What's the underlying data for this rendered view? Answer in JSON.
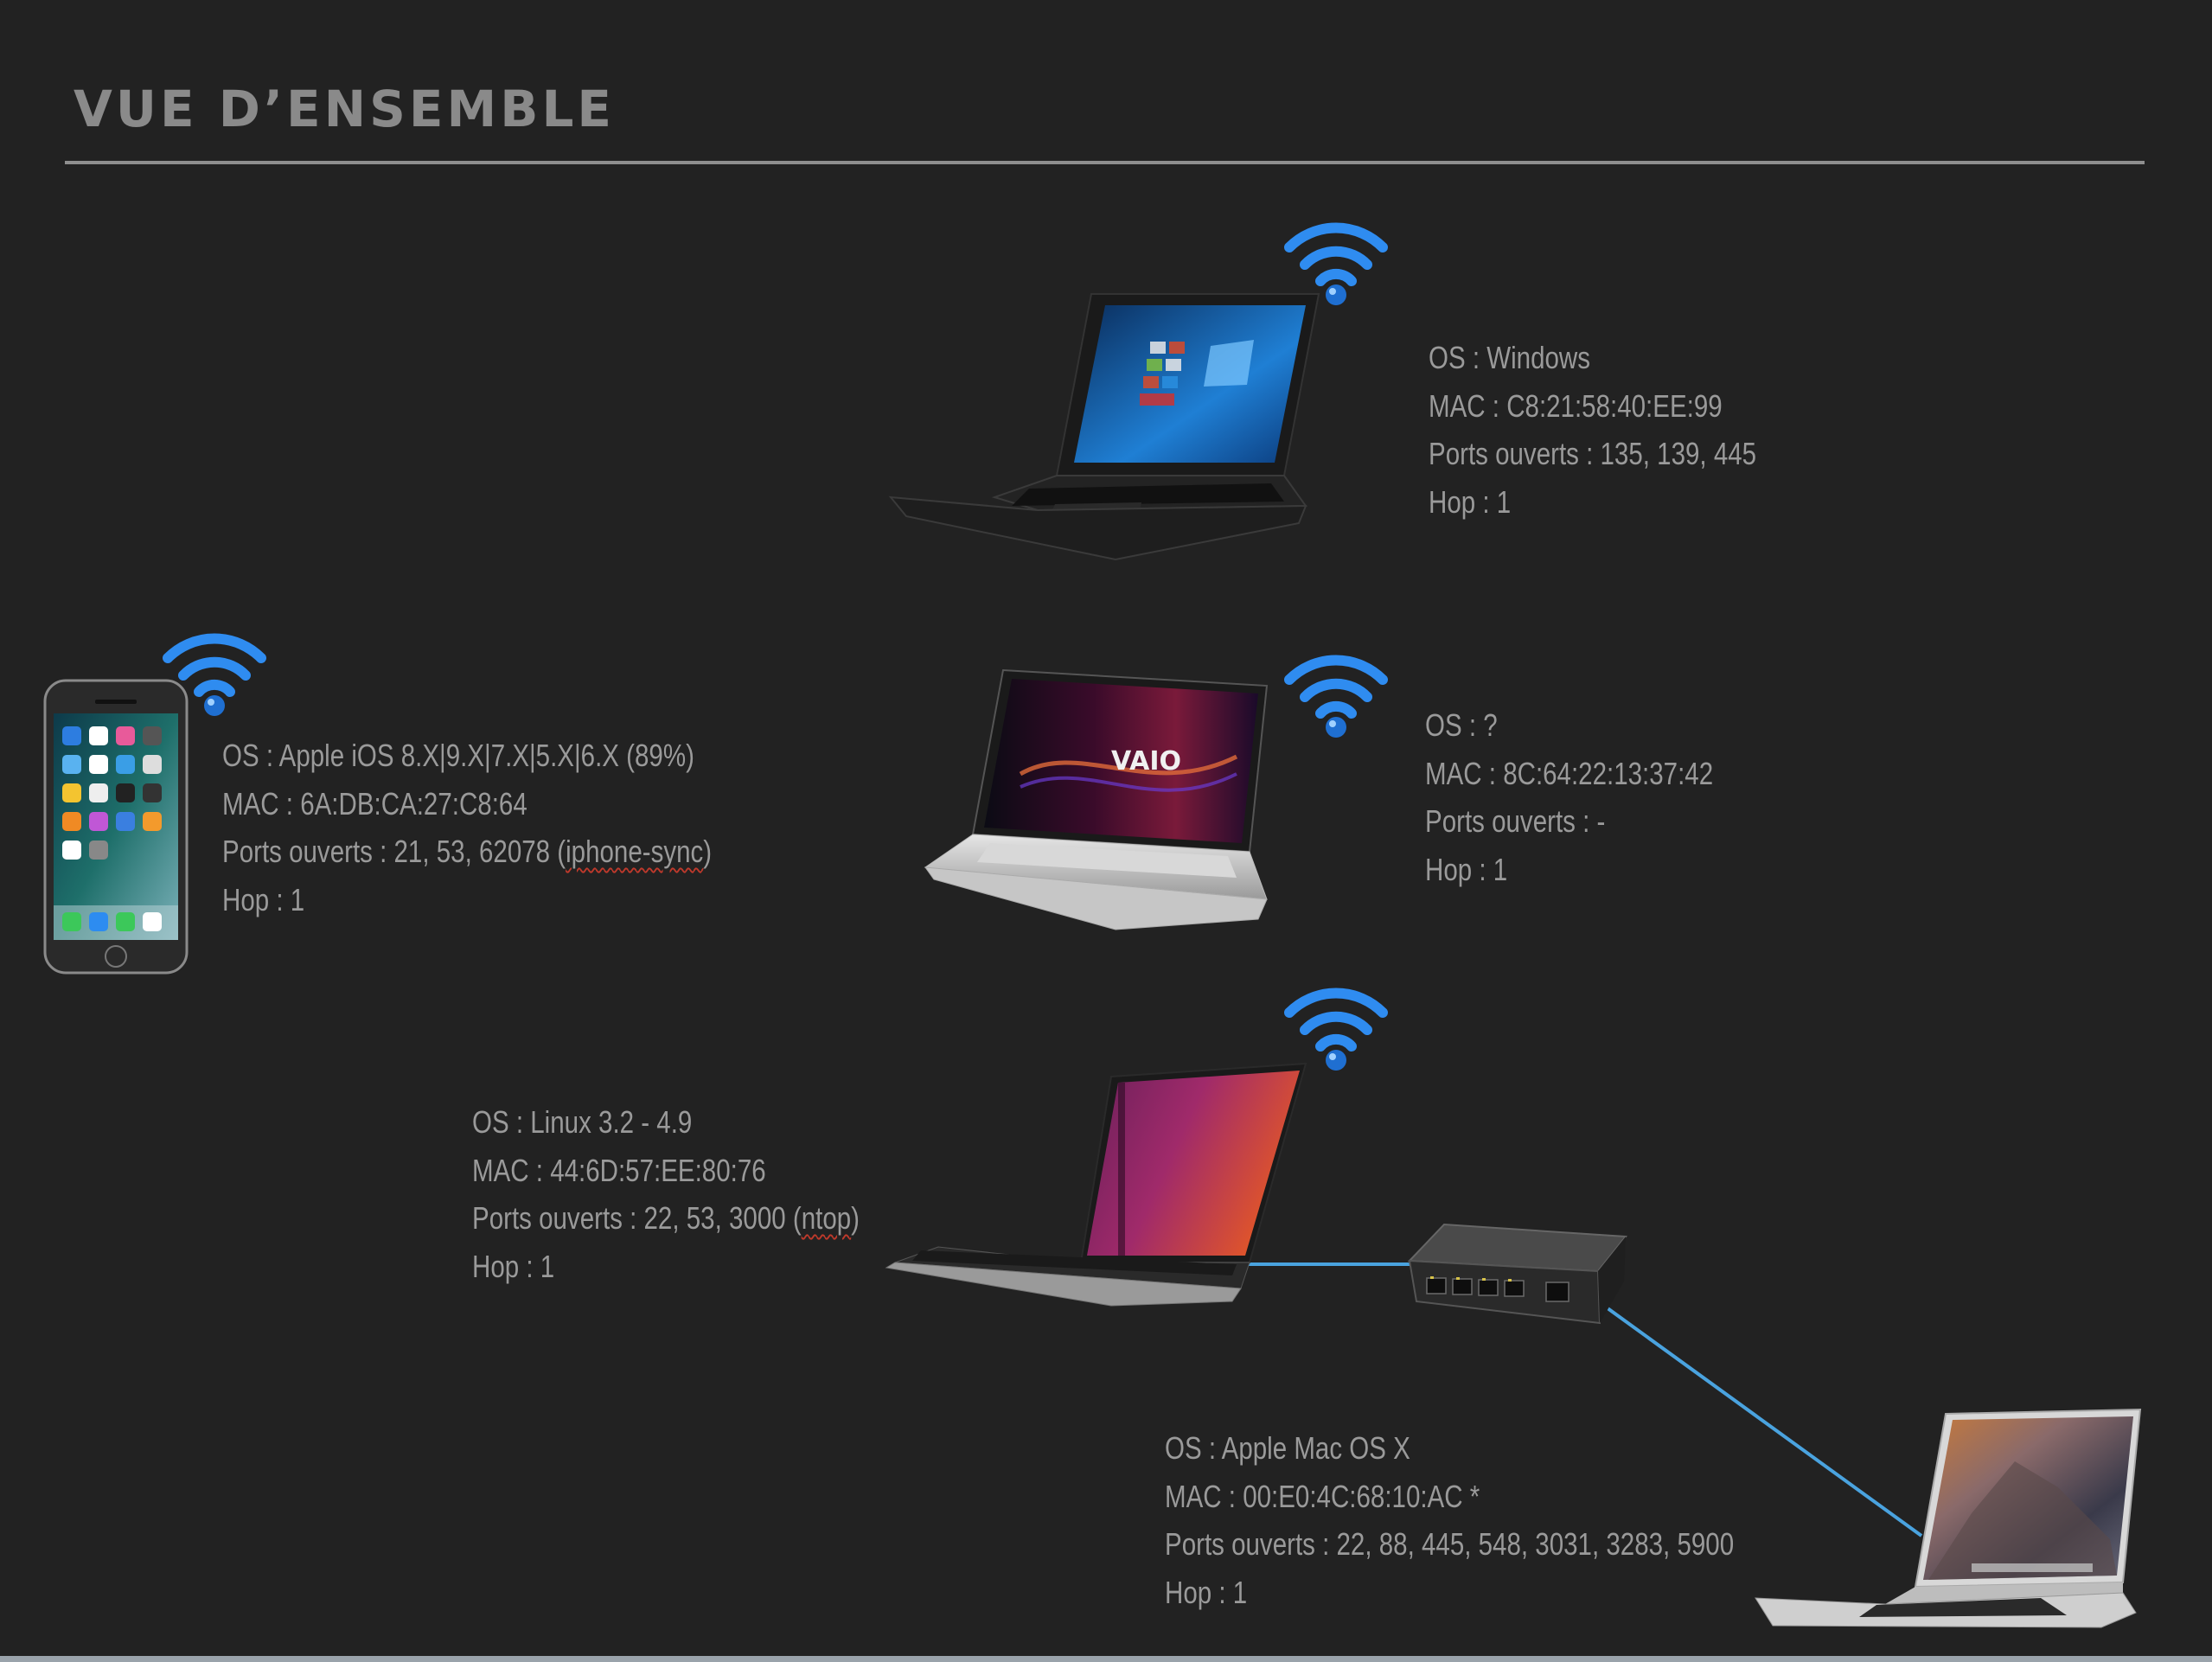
{
  "page": {
    "title": "VUE D’ENSEMBLE"
  },
  "colors": {
    "background": "#222222",
    "text": "#9a9a9a",
    "link": "#4aa3df",
    "wifi": "#2f8cf0"
  },
  "devices": [
    {
      "icon": "windows-laptop-icon",
      "os": "OS : Windows",
      "mac": "MAC : C8:21:58:40:EE:99",
      "ports": "Ports ouverts : 135, 139, 445",
      "hop": "Hop : 1"
    },
    {
      "icon": "iphone-icon",
      "os": "OS : Apple iOS 8.X|9.X|7.X|5.X|6.X (89%)",
      "mac": "MAC : 6A:DB:CA:27:C8:64",
      "ports_prefix": "Ports ouverts : 21, 53, 62078 (",
      "ports_service": "iphone-sync",
      "ports_suffix": ")",
      "hop": "Hop : 1"
    },
    {
      "icon": "vaio-laptop-icon",
      "os": "OS : ?",
      "mac": "MAC : 8C:64:22:13:37:42",
      "ports": "Ports ouverts : -",
      "hop": "Hop : 1"
    },
    {
      "icon": "ubuntu-laptop-icon",
      "os": "OS : Linux 3.2 - 4.9",
      "mac": "MAC : 44:6D:57:EE:80:76",
      "ports_prefix": "Ports ouverts : 22, 53, 3000 (",
      "ports_service": "ntop",
      "ports_suffix": ")",
      "hop": "Hop : 1"
    },
    {
      "icon": "macbook-icon",
      "os": "OS : Apple Mac OS X",
      "mac": "MAC : 00:E0:4C:68:10:AC *",
      "ports": "Ports ouverts : 22, 88, 445, 548, 3031, 3283, 5900",
      "hop": "Hop : 1"
    }
  ],
  "switch": {
    "icon": "network-switch-icon"
  }
}
